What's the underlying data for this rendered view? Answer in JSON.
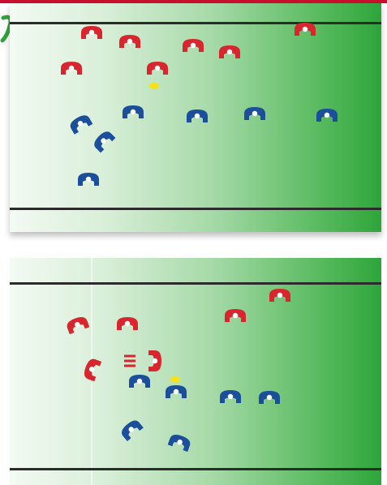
{
  "diagram": {
    "colors": {
      "attack": "#d9262e",
      "defense": "#1b4f9c",
      "ball": "#f5e21a",
      "line": "#2b2b2b",
      "border": "#c8102e"
    },
    "panels": [
      {
        "id": "top",
        "attackers": [
          {
            "rot": 0
          },
          {
            "rot": 0
          },
          {
            "rot": 0
          },
          {
            "rot": 0
          },
          {
            "rot": 0
          },
          {
            "rot": 0
          },
          {
            "rot": 0
          }
        ],
        "defenders": [
          {
            "rot": -30
          },
          {
            "rot": -45
          },
          {
            "rot": 0
          },
          {
            "rot": 0
          },
          {
            "rot": 0
          },
          {
            "rot": 0
          },
          {
            "rot": 0
          }
        ],
        "ball": true
      },
      {
        "id": "bottom",
        "attackers": [
          {
            "rot": -20
          },
          {
            "rot": 0
          },
          {
            "rot": 0
          },
          {
            "rot": 0
          },
          {
            "rot": -70
          },
          {
            "rot": 90
          }
        ],
        "defenders": [
          {
            "rot": 0
          },
          {
            "rot": 0
          },
          {
            "rot": 0
          },
          {
            "rot": 0
          },
          {
            "rot": -40
          },
          {
            "rot": 20
          }
        ],
        "ball": true
      }
    ]
  }
}
